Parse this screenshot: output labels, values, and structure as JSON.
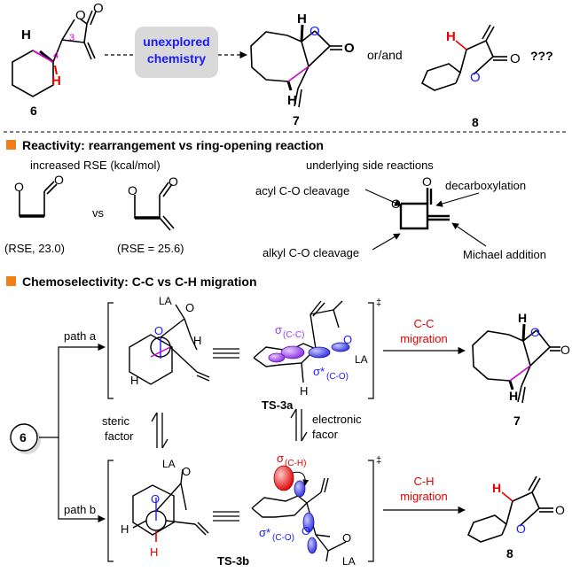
{
  "colors": {
    "magenta": "#cc00cc",
    "red": "#e60000",
    "blue": "#1a1aff",
    "orange": "#f07f1a",
    "orbital_blue": "#2f2fe0",
    "orbital_purple": "#9a3cf0",
    "badge_gray": "#d9d9d9"
  },
  "top": {
    "compound6_label": "6",
    "compound7_label": "7",
    "compound8_label": "8",
    "box_line1": "unexplored",
    "box_line2": "chemistry",
    "or_and": "or/and",
    "question": "???",
    "locant3": "3",
    "locant4": "4",
    "atom_O": "O",
    "atom_H": "H"
  },
  "section1": {
    "title": "Reactivity: rearrangement vs ring-opening reaction",
    "rse_heading": "increased RSE (kcal/mol)",
    "vs": "vs",
    "rse_left": "(RSE, 23.0)",
    "rse_right": "(RSE = 25.6)",
    "side_heading": "underlying side reactions",
    "acyl": "acyl C-O cleavage",
    "decarb": "decarboxylation",
    "alkyl": "alkyl C-O cleavage",
    "michael": "Michael addition"
  },
  "section2": {
    "title": "Chemoselectivity: C-C vs C-H migration",
    "path_a": "path a",
    "path_b": "path b",
    "start": "6",
    "steric1": "steric",
    "steric2": "factor",
    "electronic1": "electronic",
    "electronic2": "facor",
    "ts3a": "TS-3a",
    "ts3b": "TS-3b",
    "dagger": "‡",
    "cc1": "C-C",
    "cc2": "migration",
    "ch1": "C-H",
    "ch2": "migration",
    "prod7": "7",
    "prod8": "8",
    "la": "LA",
    "sigma_cc": "σ",
    "sigma_cc_sub": "(C-C)",
    "sigma_star": "σ*",
    "sigma_star_sub": "(C-O)",
    "sigma_ch": "σ",
    "sigma_ch_sub": "(C-H)"
  }
}
